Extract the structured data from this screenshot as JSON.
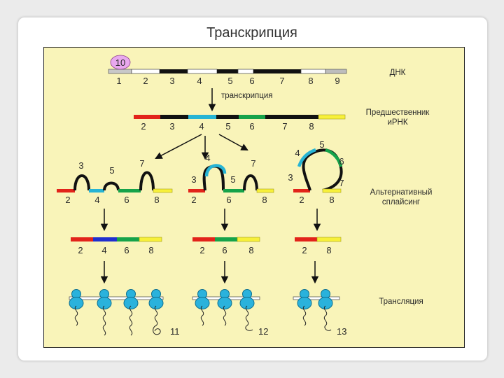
{
  "slide": {
    "title": "Транскрипция"
  },
  "colors": {
    "background": "#f9f4b9",
    "exon2": "#e2231a",
    "exon4": "#27b4d4",
    "exon6": "#16a34a",
    "exon8": "#f7f03a",
    "dark": "#111111",
    "ribosome": "#2ab2dc",
    "badge": "#e8a8ee"
  },
  "dna": {
    "label": "ДНК",
    "badge": "10",
    "numbers": [
      "1",
      "2",
      "3",
      "4",
      "5",
      "6",
      "7",
      "8",
      "9"
    ]
  },
  "transcription": {
    "label": "транскрипция"
  },
  "pre_mrna": {
    "label_line1": "Предшественник",
    "label_line2": "иРНК",
    "numbers": [
      "2",
      "3",
      "4",
      "5",
      "6",
      "7",
      "8"
    ]
  },
  "splicing": {
    "label_line1": "Альтернативный",
    "label_line2": "сплайсинг",
    "variant1": {
      "loops": [
        "3",
        "5",
        "7"
      ],
      "bottom": [
        "2",
        "4",
        "6",
        "8"
      ]
    },
    "variant2": {
      "loop_labels": [
        "4",
        "3",
        "5",
        "7"
      ],
      "bottom": [
        "2",
        "6",
        "8"
      ]
    },
    "variant3": {
      "loop_labels": [
        "4",
        "5",
        "6",
        "3",
        "7"
      ],
      "bottom": [
        "2",
        "8"
      ]
    }
  },
  "mrna": {
    "variant1": [
      "2",
      "4",
      "6",
      "8"
    ],
    "variant2": [
      "2",
      "6",
      "8"
    ],
    "variant3": [
      "2",
      "8"
    ]
  },
  "translation": {
    "label": "Трансляция",
    "proteins": [
      "11",
      "12",
      "13"
    ]
  },
  "icons": {
    "arrow": "arrow-down-icon",
    "ribosome": "ribosome-icon"
  }
}
